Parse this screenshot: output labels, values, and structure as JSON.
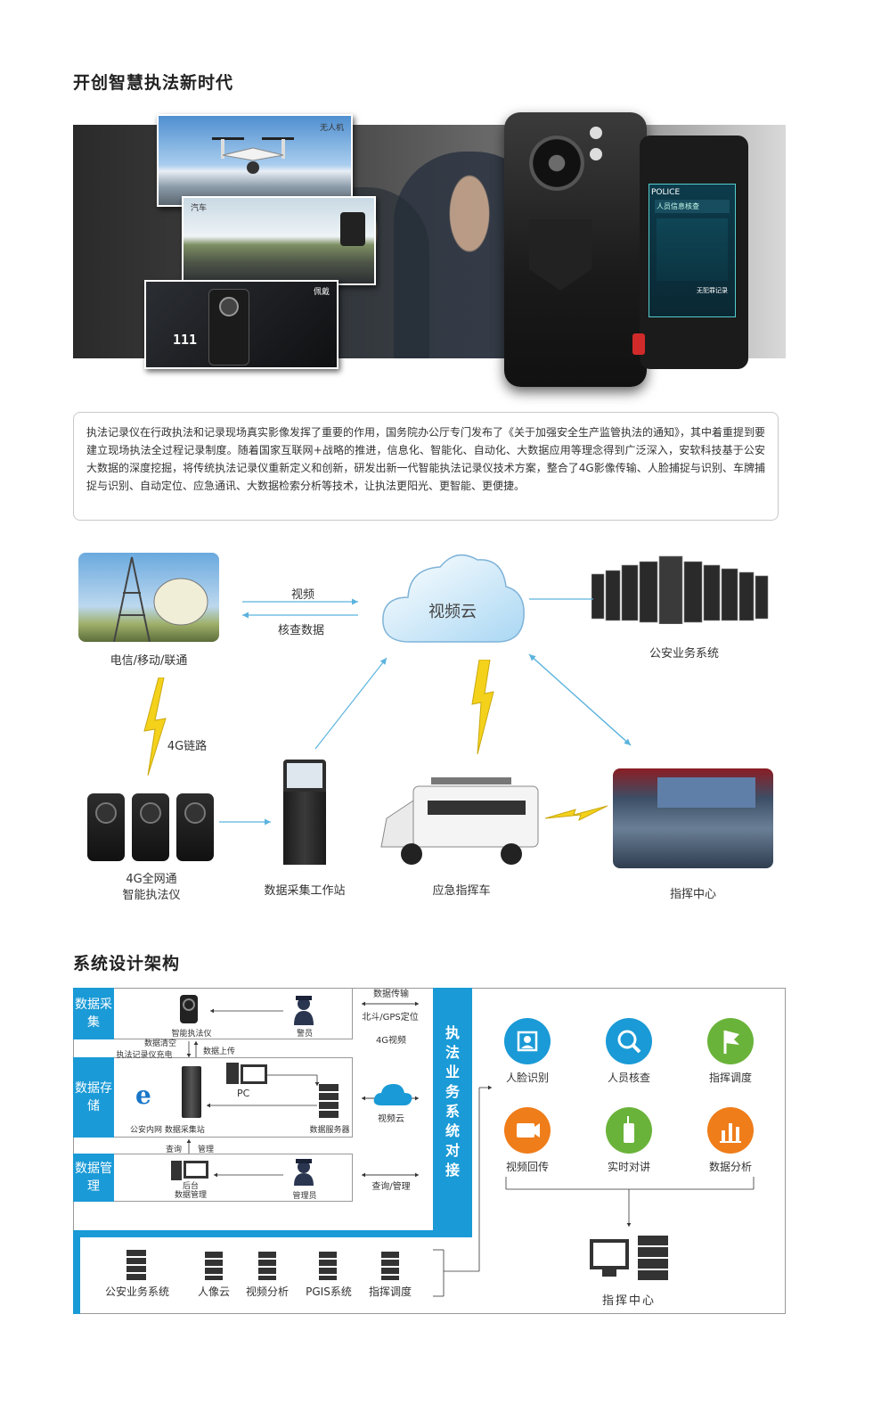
{
  "section1": {
    "title": "开创智慧执法新时代"
  },
  "hero": {
    "thumbs": [
      "无人机",
      "汽车",
      "佩戴"
    ],
    "badge_number": "111",
    "screen": {
      "police": "POLICE",
      "header": "人员信息核查",
      "footer": "无犯罪记录"
    }
  },
  "intro": {
    "text": "执法记录仪在行政执法和记录现场真实影像发挥了重要的作用，国务院办公厅专门发布了《关于加强安全生产监管执法的通知》，其中着重提到要建立现场执法全过程记录制度。随着国家互联网+战略的推进，信息化、智能化、自动化、大数据应用等理念得到广泛深入，安软科技基于公安大数据的深度挖掘，将传统执法记录仪重新定义和创新，研发出新一代智能执法记录仪技术方案，整合了4G影像传输、人脸捕捉与识别、车牌捕捉与识别、自动定位、应急通讯、大数据检索分析等技术，让执法更阳光、更智能、更便捷。"
  },
  "network": {
    "telecom": "电信/移动/联通",
    "video_arrow": "视频",
    "check_arrow": "核查数据",
    "cloud": "视频云",
    "police_system": "公安业务系统",
    "link": "4G链路",
    "device": "4G全网通",
    "device2": "智能执法仪",
    "workstation": "数据采集工作站",
    "vehicle": "应急指挥车",
    "command": "指挥中心"
  },
  "section2": {
    "title": "系统设计架构"
  },
  "arch": {
    "collect": {
      "label": "数据采集",
      "device": "智能执法仪",
      "officer": "警员"
    },
    "mid1": [
      "数据清空",
      "执法记录仪充电",
      "数据上传"
    ],
    "store": {
      "label": "数据存储",
      "intranet": "公安内网",
      "station": "数据采集站",
      "pc": "PC",
      "server": "数据服务器"
    },
    "mid2": [
      "查询",
      "管理"
    ],
    "manage": {
      "label": "数据管理",
      "backend1": "后台",
      "backend2": "数据管理",
      "admin": "管理员"
    },
    "right_labels": [
      "数据传输",
      "北斗/GPS定位",
      "4G视频",
      "视频云",
      "查询/管理"
    ],
    "vertical": "执法业务系统对接",
    "services": [
      {
        "name": "人脸识别",
        "color": "#1a9ad6"
      },
      {
        "name": "人员核查",
        "color": "#1a9ad6"
      },
      {
        "name": "指挥调度",
        "color": "#6ab33a"
      },
      {
        "name": "视频回传",
        "color": "#ef7d1a"
      },
      {
        "name": "实时对讲",
        "color": "#6ab33a"
      },
      {
        "name": "数据分析",
        "color": "#ef7d1a"
      }
    ],
    "bottom": [
      "公安业务系统",
      "人像云",
      "视频分析",
      "PGIS系统",
      "指挥调度"
    ],
    "command": "指挥中心"
  }
}
